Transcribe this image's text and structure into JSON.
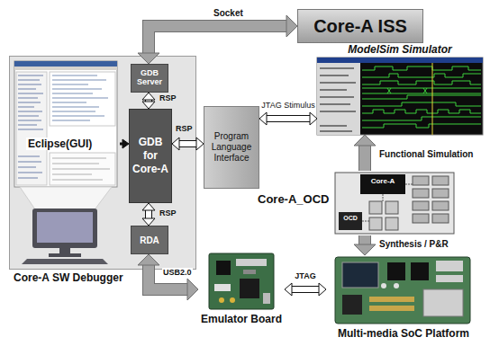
{
  "diagram": {
    "nodes": [
      {
        "text": [
          "Core-A ISS"
        ]
      },
      {
        "text": [
          "Core-A SW Debugger"
        ]
      },
      {
        "text": [
          "Eclipse(GUI)"
        ],
        "in": 1
      },
      {
        "text": [
          "GDB Server"
        ],
        "in": 1
      },
      {
        "text": [
          "GDB for Core-A"
        ],
        "in": 1
      },
      {
        "text": [
          "RDA"
        ],
        "in": 1
      },
      {
        "text": [
          "Program Language Interface"
        ]
      },
      {
        "text": [
          "ModelSim Simulator"
        ]
      },
      {
        "text": [
          "Core-A_OCD",
          "Core-A",
          "OCD"
        ]
      },
      {
        "text": [
          "Emulator Board"
        ]
      },
      {
        "text": [
          "Multi-media SoC Platform"
        ]
      }
    ],
    "edges": [
      {
        "from": 3,
        "to": 0,
        "arrow": "both",
        "label": "Socket"
      },
      {
        "from": 2,
        "to": 4,
        "arrow": "to"
      },
      {
        "from": 3,
        "to": 4,
        "arrow": "both",
        "label": "RSP"
      },
      {
        "from": 4,
        "to": 5,
        "arrow": "both",
        "label": "RSP"
      },
      {
        "from": 4,
        "to": 6,
        "arrow": "both",
        "label": "RSP"
      },
      {
        "from": 6,
        "to": 7,
        "arrow": "both",
        "label": "JTAG Stimulus"
      },
      {
        "from": 8,
        "to": 7,
        "arrow": "to",
        "label": "Functional Simulation"
      },
      {
        "from": 8,
        "to": 10,
        "arrow": "to",
        "label": "Synthesis / P&R"
      },
      {
        "from": 5,
        "to": 9,
        "arrow": "both",
        "label": "USB2.0"
      },
      {
        "from": 9,
        "to": 10,
        "arrow": "both",
        "label": "JTAG"
      }
    ]
  }
}
